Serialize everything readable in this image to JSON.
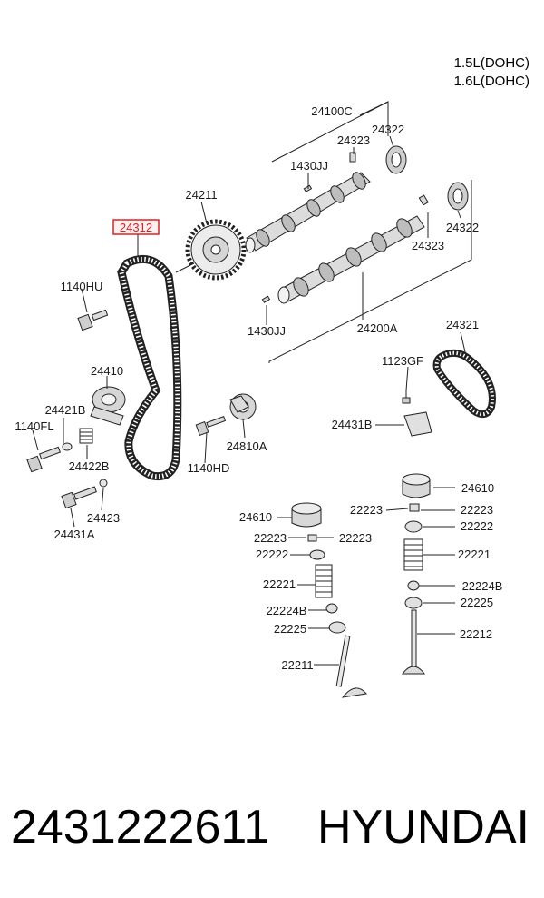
{
  "engine_variants": [
    "1.5L(DOHC)",
    "1.6L(DOHC)"
  ],
  "highlighted_part": "24312",
  "labels": {
    "p24100C": "24100C",
    "p24322a": "24322",
    "p24323a": "24323",
    "p1430JJa": "1430JJ",
    "p24211": "24211",
    "p24312": "24312",
    "p24322b": "24322",
    "p24323b": "24323",
    "p1140HU": "1140HU",
    "p1430JJb": "1430JJ",
    "p24200A": "24200A",
    "p24321": "24321",
    "p24410": "24410",
    "p1123GF": "1123GF",
    "p24421B": "24421B",
    "p1140FL": "1140FL",
    "p24431B": "24431B",
    "p24810A": "24810A",
    "p24422B": "24422B",
    "p1140HD": "1140HD",
    "p24610a": "24610",
    "p24423": "24423",
    "p24431A": "24431A",
    "p22223a": "22223",
    "p24610b": "24610",
    "p22223b": "22223",
    "p22222a": "22222",
    "p22223c": "22223",
    "p22223d": "22223",
    "p22222b": "22222",
    "p22221a": "22221",
    "p22221b": "22221",
    "p22224Ba": "22224B",
    "p22225a": "22225",
    "p22224Bb": "22224B",
    "p22212": "22212",
    "p22225b": "22225",
    "p22211": "22211"
  },
  "footer": {
    "part_number": "2431222611",
    "brand": "HYUNDAI"
  },
  "colors": {
    "highlight": "#e02020",
    "highlight_fill": "#fff0f0",
    "line": "#222222",
    "part_fill": "#e8e8e8"
  }
}
